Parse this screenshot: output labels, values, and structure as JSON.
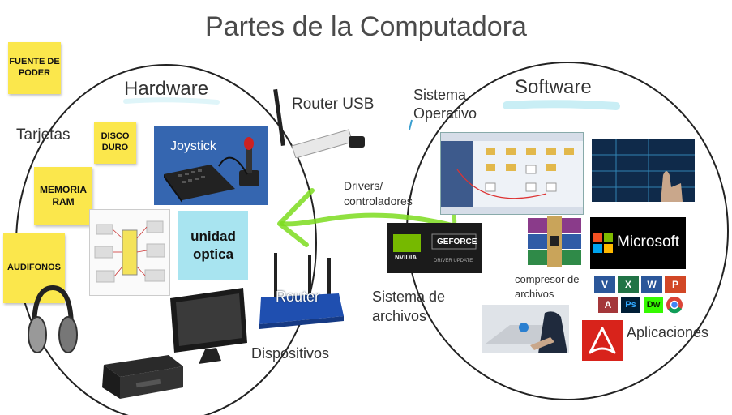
{
  "title": "Partes de la Computadora",
  "hardware": {
    "heading": "Hardware",
    "tarjetas": "Tarjetas",
    "notes": {
      "fuente": "FUENTE DE PODER",
      "disco": "DISCO DURO",
      "memoria": "MEMORIA RAM",
      "audifonos": "AUDIFONOS"
    },
    "joystick": "Joystick",
    "router_usb": "Router USB",
    "unidad_optica": "unidad optica",
    "router": "Router",
    "dispositivos": "Dispositivos"
  },
  "software": {
    "heading": "Software",
    "sistema_operativo": "Sistema Operativo",
    "drivers": "Drivers/ controladores",
    "nvidia": "NVIDIA",
    "geforce": "GEFORCE",
    "driver_update": "DRIVER UPDATE",
    "sistema_archivos": "Sistema de archivos",
    "compresor": "compresor de archivos",
    "microsoft": "Microsoft",
    "aplicaciones": "Aplicaciones",
    "app_letters": [
      "V",
      "X",
      "W",
      "P",
      "A",
      "Ps",
      "Dw"
    ]
  },
  "colors": {
    "sticky": "#fbe74c",
    "unidad_optica_bg": "#a8e4f0",
    "arrow": "#7ddc1f",
    "highlight": "#c9eef5"
  }
}
